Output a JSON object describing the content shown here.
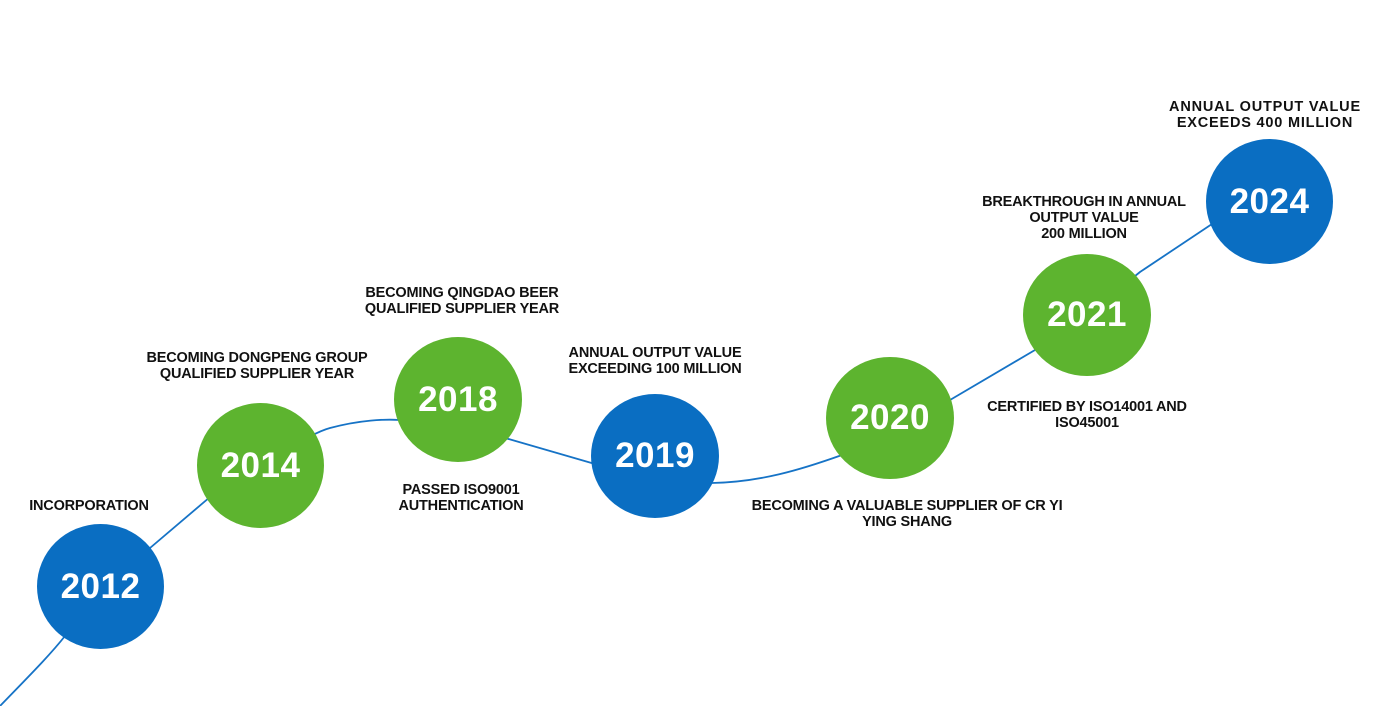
{
  "colors": {
    "blue": "#0a6ec2",
    "green": "#5db42f",
    "line": "#1673c6",
    "text": "#111111"
  },
  "milestones": [
    {
      "year": "2012",
      "color": "blue",
      "label": [
        "INCORPORATION"
      ]
    },
    {
      "year": "2014",
      "color": "green",
      "label": [
        "BECOMING DONGPENG GROUP",
        "QUALIFIED SUPPLIER YEAR"
      ]
    },
    {
      "year": "2018",
      "color": "green",
      "label_above": [
        "BECOMING QINGDAO BEER",
        "QUALIFIED SUPPLIER YEAR"
      ],
      "label_below": [
        "PASSED ISO9001",
        "AUTHENTICATION"
      ]
    },
    {
      "year": "2019",
      "color": "blue",
      "label": [
        "ANNUAL OUTPUT VALUE",
        "EXCEEDING 100 MILLION"
      ]
    },
    {
      "year": "2020",
      "color": "green",
      "label": [
        "BECOMING A VALUABLE SUPPLIER OF CR YI",
        "YING SHANG"
      ]
    },
    {
      "year": "2021",
      "color": "green",
      "label_above": [
        "BREAKTHROUGH IN ANNUAL",
        "OUTPUT VALUE",
        "200 MILLION"
      ],
      "label_below": [
        "CERTIFIED BY ISO14001 AND",
        "ISO45001"
      ]
    },
    {
      "year": "2024",
      "color": "blue",
      "label": [
        "ANNUAL OUTPUT VALUE",
        "EXCEEDS 400 MILLION"
      ]
    }
  ]
}
